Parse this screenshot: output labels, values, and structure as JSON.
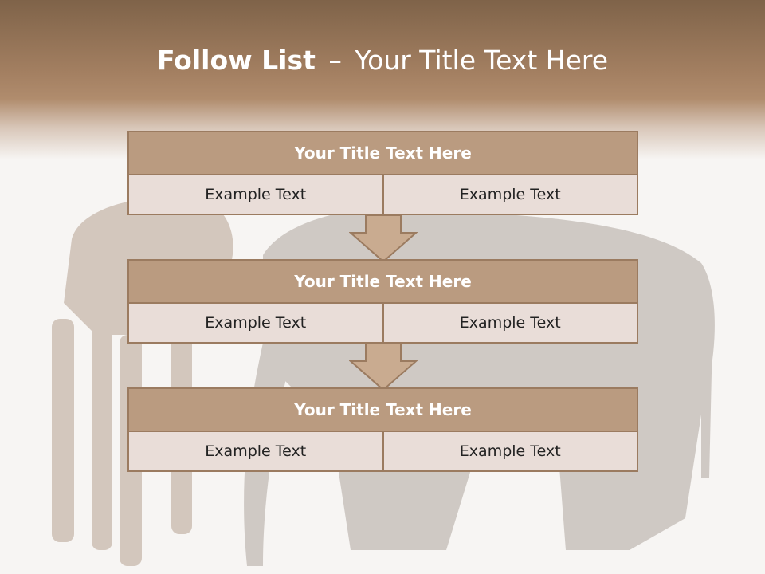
{
  "title": {
    "bold": "Follow List",
    "separator": "–",
    "rest": "Your Title Text Here"
  },
  "blocks": [
    {
      "heading": "Your Title Text Here",
      "left": "Example Text",
      "right": "Example Text"
    },
    {
      "heading": "Your Title Text Here",
      "left": "Example Text",
      "right": "Example Text"
    },
    {
      "heading": "Your Title Text Here",
      "left": "Example Text",
      "right": "Example Text"
    }
  ],
  "colors": {
    "header_dark": "#7f6349",
    "header_light": "#b08c6d",
    "block_head": "#ba9b80",
    "block_row": "#e9ddd8",
    "border": "#9b7b60",
    "arrow_fill": "#c9ab90"
  }
}
